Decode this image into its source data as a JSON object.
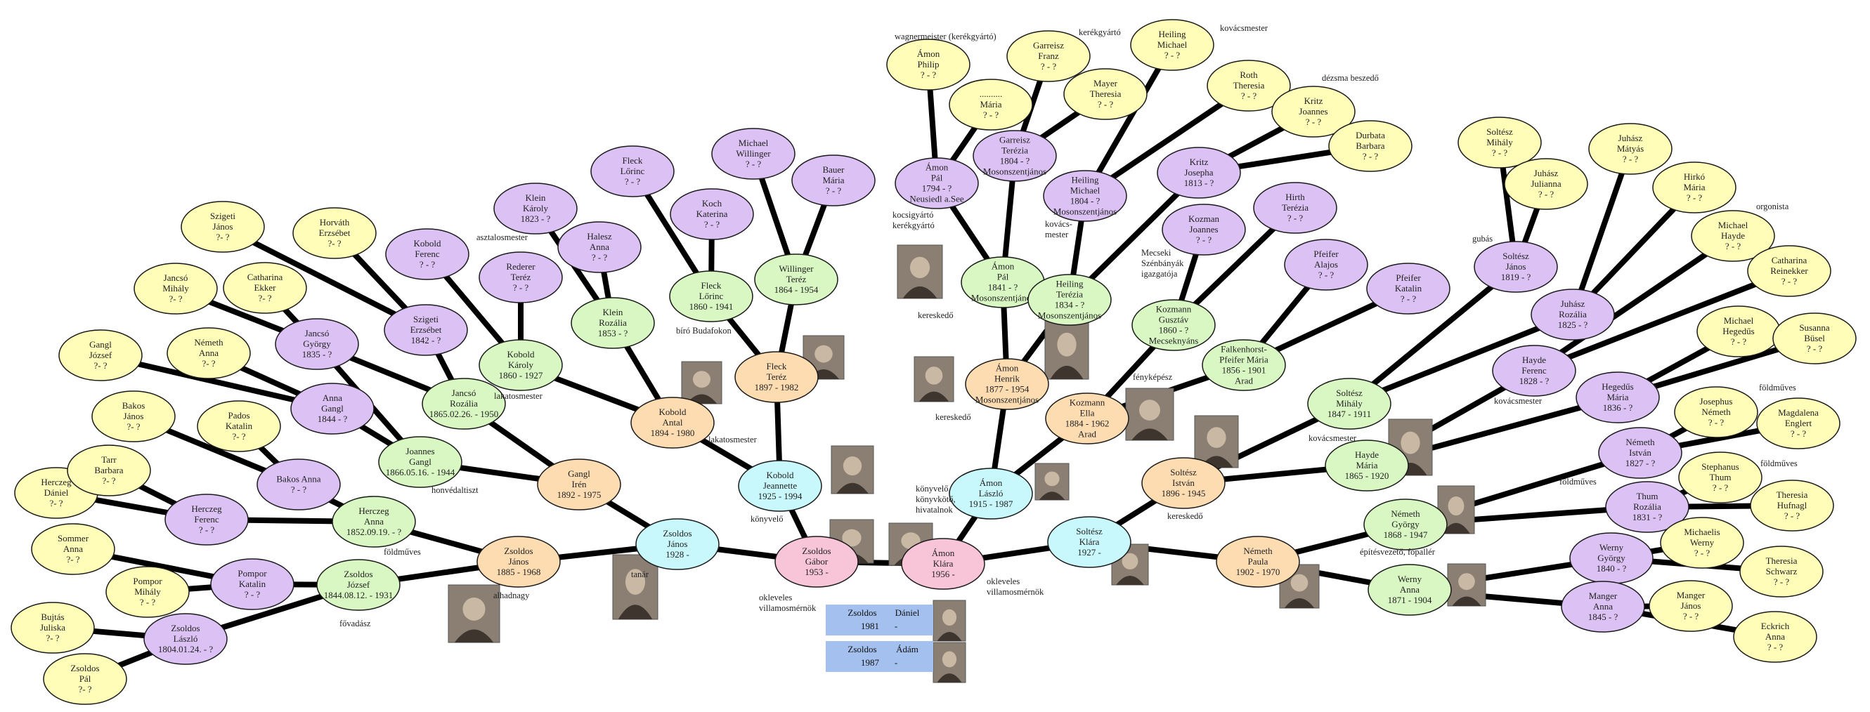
{
  "colors": {
    "yellow": "#fffdb8",
    "purple": "#dcc2f4",
    "green": "#d8f7c2",
    "orange": "#fddcb2",
    "cyan": "#c8f8fb",
    "pink": "#f7c4d8",
    "blue": "#a3c0ee",
    "line": "#000000",
    "photo": "#8a7f72"
  },
  "nodes": [
    {
      "id": "zg",
      "l": [
        "Zsoldos",
        "Gábor",
        "1953 -"
      ],
      "c": "pink"
    },
    {
      "id": "ak",
      "l": [
        "Ámon",
        "Klára",
        "1956 -"
      ],
      "c": "pink"
    },
    {
      "id": "zj",
      "l": [
        "Zsoldos",
        "János",
        "1928 -"
      ],
      "c": "cyan"
    },
    {
      "id": "kj",
      "l": [
        "Kobold",
        "Jeannette",
        "1925 - 1994"
      ],
      "c": "cyan"
    },
    {
      "id": "al",
      "l": [
        "Ámon",
        "László",
        "1915 - 1987"
      ],
      "c": "cyan"
    },
    {
      "id": "sk",
      "l": [
        "Soltész",
        "Klára",
        "1927 -"
      ],
      "c": "cyan"
    },
    {
      "id": "zj2",
      "l": [
        "Zsoldos",
        "János",
        "1885 - 1968"
      ],
      "c": "orange"
    },
    {
      "id": "gi",
      "l": [
        "Gangl",
        "Irén",
        "1892 - 1975"
      ],
      "c": "orange"
    },
    {
      "id": "ka",
      "l": [
        "Kobold",
        "Antal",
        "1894 - 1980"
      ],
      "c": "orange"
    },
    {
      "id": "ft",
      "l": [
        "Fleck",
        "Teréz",
        "1897 - 1982"
      ],
      "c": "orange"
    },
    {
      "id": "ah",
      "l": [
        "Ámon",
        "Henrik",
        "1877 - 1954",
        "Mosonszentjános"
      ],
      "c": "orange"
    },
    {
      "id": "ke",
      "l": [
        "Kozmann",
        "Ella",
        "1884 - 1962",
        "Arad"
      ],
      "c": "orange"
    },
    {
      "id": "si",
      "l": [
        "Soltész",
        "István",
        "1896 - 1945"
      ],
      "c": "orange"
    },
    {
      "id": "np",
      "l": [
        "Németh",
        "Paula",
        "1902 - 1970"
      ],
      "c": "orange"
    },
    {
      "id": "zjo",
      "l": [
        "Zsoldos",
        "József",
        "1844.08.12. - 1931"
      ],
      "c": "green"
    },
    {
      "id": "ha",
      "l": [
        "Herczeg",
        "Anna",
        "1852.09.19. - ?"
      ],
      "c": "green"
    },
    {
      "id": "jg",
      "l": [
        "Joannes",
        "Gangl",
        "1866.05.16. - 1944"
      ],
      "c": "green"
    },
    {
      "id": "jr",
      "l": [
        "Jancsó",
        "Rozália",
        "1865.02.26. - 1950"
      ],
      "c": "green"
    },
    {
      "id": "kk",
      "l": [
        "Kobold",
        "Károly",
        "1860 - 1927"
      ],
      "c": "green"
    },
    {
      "id": "kr",
      "l": [
        "Klein",
        "Rozália",
        "1853 - ?"
      ],
      "c": "green"
    },
    {
      "id": "fl",
      "l": [
        "Fleck",
        "Lőrinc",
        "1860 - 1941"
      ],
      "c": "green"
    },
    {
      "id": "wt",
      "l": [
        "Willinger",
        "Teréz",
        "1864 - 1954"
      ],
      "c": "green"
    },
    {
      "id": "ap",
      "l": [
        "Ámon",
        "Pál",
        "1841 - ?",
        "Mosonszentjános"
      ],
      "c": "green"
    },
    {
      "id": "ht",
      "l": [
        "Heiling",
        "Terézia",
        "1834 - ?",
        "Mosonszentjános"
      ],
      "c": "green"
    },
    {
      "id": "kg",
      "l": [
        "Kozmann",
        "Gusztáv",
        "1860 - ?",
        "Mecseknyáns"
      ],
      "c": "green"
    },
    {
      "id": "fp",
      "l": [
        "Falkenhorst-",
        "Pfeifer Mária",
        "1856 - 1901",
        "Arad"
      ],
      "c": "green"
    },
    {
      "id": "sm",
      "l": [
        "Soltész",
        "Mihály",
        "1847 - 1911"
      ],
      "c": "green"
    },
    {
      "id": "hm",
      "l": [
        "Hayde",
        "Mária",
        "1865 - 1920"
      ],
      "c": "green"
    },
    {
      "id": "ngy",
      "l": [
        "Németh",
        "György",
        "1868 - 1947"
      ],
      "c": "green"
    },
    {
      "id": "wa",
      "l": [
        "Werny",
        "Anna",
        "1871 - 1904"
      ],
      "c": "green"
    },
    {
      "id": "zl",
      "l": [
        "Zsoldos",
        "László",
        "1804.01.24. - ?"
      ],
      "c": "purple"
    },
    {
      "id": "pk",
      "l": [
        "Pompor",
        "Katalin",
        "? - ?"
      ],
      "c": "purple"
    },
    {
      "id": "hf",
      "l": [
        "Herczeg",
        "Ferenc",
        "? - ?"
      ],
      "c": "purple"
    },
    {
      "id": "ba",
      "l": [
        "Bakos Anna",
        "? - ?"
      ],
      "c": "purple"
    },
    {
      "id": "ag",
      "l": [
        "Anna",
        "Gangl",
        "1844 - ?"
      ],
      "c": "purple"
    },
    {
      "id": "jgy",
      "l": [
        "Jancsó",
        "György",
        "1835 - ?"
      ],
      "c": "purple"
    },
    {
      "id": "se",
      "l": [
        "Szigeti",
        "Erzsébet",
        "1842 - ?"
      ],
      "c": "purple"
    },
    {
      "id": "kf",
      "l": [
        "Kobold",
        "Ferenc",
        "? - ?"
      ],
      "c": "purple"
    },
    {
      "id": "rt",
      "l": [
        "Rederer",
        "Teréz",
        "? - ?"
      ],
      "c": "purple"
    },
    {
      "id": "kka",
      "l": [
        "Klein",
        "Károly",
        "1823 - ?"
      ],
      "c": "purple"
    },
    {
      "id": "hza",
      "l": [
        "Halesz",
        "Anna",
        "? - ?"
      ],
      "c": "purple"
    },
    {
      "id": "flo",
      "l": [
        "Fleck",
        "Lőrinc",
        "? - ?"
      ],
      "c": "purple"
    },
    {
      "id": "kok",
      "l": [
        "Koch",
        "Katerina",
        "? - ?"
      ],
      "c": "purple"
    },
    {
      "id": "mw",
      "l": [
        "Michael",
        "Willinger",
        "? - ?"
      ],
      "c": "purple"
    },
    {
      "id": "bm",
      "l": [
        "Bauer",
        "Mária",
        "? - ?"
      ],
      "c": "purple"
    },
    {
      "id": "apa",
      "l": [
        "Ámon",
        "Pál",
        "1794 - ?",
        "Neusiedl a.See"
      ],
      "c": "purple"
    },
    {
      "id": "gt",
      "l": [
        "Garreisz",
        "Terézia",
        "1804 - ?",
        "Mosonszentjános"
      ],
      "c": "purple"
    },
    {
      "id": "hmi",
      "l": [
        "Heiling",
        "Michael",
        "1804 - ?",
        "Mosonszentjános"
      ],
      "c": "purple"
    },
    {
      "id": "kjo",
      "l": [
        "Kritz",
        "Josepha",
        "1813 - ?"
      ],
      "c": "purple"
    },
    {
      "id": "kjn",
      "l": [
        "Kozman",
        "Joannes",
        "? - ?"
      ],
      "c": "purple"
    },
    {
      "id": "hte",
      "l": [
        "Hirth",
        "Terézia",
        "? - ?"
      ],
      "c": "purple"
    },
    {
      "id": "pa",
      "l": [
        "Pfeifer",
        "Alajos",
        "? - ?"
      ],
      "c": "purple"
    },
    {
      "id": "pka",
      "l": [
        "Pfeifer",
        "Katalin",
        "? - ?"
      ],
      "c": "purple"
    },
    {
      "id": "sj",
      "l": [
        "Soltész",
        "János",
        "1819 - ?"
      ],
      "c": "purple"
    },
    {
      "id": "jro",
      "l": [
        "Juhász",
        "Rozália",
        "1825 - ?"
      ],
      "c": "purple"
    },
    {
      "id": "hf2",
      "l": [
        "Hayde",
        "Ferenc",
        "1828 - ?"
      ],
      "c": "purple"
    },
    {
      "id": "hem",
      "l": [
        "Hegedűs",
        "Mária",
        "1836 - ?"
      ],
      "c": "purple"
    },
    {
      "id": "nis",
      "l": [
        "Németh",
        "István",
        "1827 - ?"
      ],
      "c": "purple"
    },
    {
      "id": "tr",
      "l": [
        "Thum",
        "Rozália",
        "1831 - ?"
      ],
      "c": "purple"
    },
    {
      "id": "wgy",
      "l": [
        "Werny",
        "György",
        "1840 - ?"
      ],
      "c": "purple"
    },
    {
      "id": "ma",
      "l": [
        "Manger",
        "Anna",
        "1845 - ?"
      ],
      "c": "purple"
    },
    {
      "id": "zpal",
      "l": [
        "Zsoldos",
        "Pál",
        "?- ?"
      ],
      "c": "yellow"
    },
    {
      "id": "bj",
      "l": [
        "Bujtás",
        "Juliska",
        "?- ?"
      ],
      "c": "yellow"
    },
    {
      "id": "pm",
      "l": [
        "Pompor",
        "Mihály",
        "? - ?"
      ],
      "c": "yellow"
    },
    {
      "id": "soa",
      "l": [
        "Sommer",
        "Anna",
        "?- ?"
      ],
      "c": "yellow"
    },
    {
      "id": "hd",
      "l": [
        "Herczeg",
        "Dániel",
        "?- ?"
      ],
      "c": "yellow"
    },
    {
      "id": "tb",
      "l": [
        "Tarr",
        "Barbara",
        "?- ?"
      ],
      "c": "yellow"
    },
    {
      "id": "bjn",
      "l": [
        "Bakos",
        "János",
        "?- ?"
      ],
      "c": "yellow"
    },
    {
      "id": "pkt",
      "l": [
        "Pados",
        "Katalin",
        "?- ?"
      ],
      "c": "yellow"
    },
    {
      "id": "gjo",
      "l": [
        "Gangl",
        "József",
        "?- ?"
      ],
      "c": "yellow"
    },
    {
      "id": "na",
      "l": [
        "Németh",
        "Anna",
        "?- ?"
      ],
      "c": "yellow"
    },
    {
      "id": "jm",
      "l": [
        "Jancsó",
        "Mihály",
        "?- ?"
      ],
      "c": "yellow"
    },
    {
      "id": "ce",
      "l": [
        "Catharina",
        "Ekker",
        "?- ?"
      ],
      "c": "yellow"
    },
    {
      "id": "sjn",
      "l": [
        "Szigeti",
        "János",
        "?- ?"
      ],
      "c": "yellow"
    },
    {
      "id": "he",
      "l": [
        "Horváth",
        "Erzsébet",
        "?- ?"
      ],
      "c": "yellow"
    },
    {
      "id": "aph",
      "l": [
        "Ámon",
        "Philip",
        "? - ?"
      ],
      "c": "yellow"
    },
    {
      "id": "mar",
      "l": [
        "..........",
        "Mária",
        "? - ?"
      ],
      "c": "yellow"
    },
    {
      "id": "gfr",
      "l": [
        "Garreisz",
        "Franz",
        "? - ?"
      ],
      "c": "yellow"
    },
    {
      "id": "mth",
      "l": [
        "Mayer",
        "Theresia",
        "? - ?"
      ],
      "c": "yellow"
    },
    {
      "id": "hmc",
      "l": [
        "Heiling",
        "Michael",
        "? - ?"
      ],
      "c": "yellow"
    },
    {
      "id": "rth",
      "l": [
        "Roth",
        "Theresia",
        "? - ?"
      ],
      "c": "yellow"
    },
    {
      "id": "kjs",
      "l": [
        "Kritz",
        "Joannes",
        "? - ?"
      ],
      "c": "yellow"
    },
    {
      "id": "dba",
      "l": [
        "Durbata",
        "Barbara",
        "? - ?"
      ],
      "c": "yellow"
    },
    {
      "id": "smi",
      "l": [
        "Soltész",
        "Mihály",
        "? - ?"
      ],
      "c": "yellow"
    },
    {
      "id": "jju",
      "l": [
        "Juhász",
        "Julianna",
        "? - ?"
      ],
      "c": "yellow"
    },
    {
      "id": "jmt",
      "l": [
        "Juhász",
        "Mátyás",
        "? - ?"
      ],
      "c": "yellow"
    },
    {
      "id": "hma",
      "l": [
        "Hirkó",
        "Mária",
        "? - ?"
      ],
      "c": "yellow"
    },
    {
      "id": "mha",
      "l": [
        "Michael",
        "Hayde",
        "? - ?"
      ],
      "c": "yellow"
    },
    {
      "id": "cre",
      "l": [
        "Catharina",
        "Reinekker",
        "? - ?"
      ],
      "c": "yellow"
    },
    {
      "id": "mhe",
      "l": [
        "Michael",
        "Hegedűs",
        "? - ?"
      ],
      "c": "yellow"
    },
    {
      "id": "sbu",
      "l": [
        "Susanna",
        "Büsel",
        "? - ?"
      ],
      "c": "yellow"
    },
    {
      "id": "jne",
      "l": [
        "Josephus",
        "Németh",
        "? - ?"
      ],
      "c": "yellow"
    },
    {
      "id": "men",
      "l": [
        "Magdalena",
        "Englert",
        "? - ?"
      ],
      "c": "yellow"
    },
    {
      "id": "sth",
      "l": [
        "Stephanus",
        "Thum",
        "? - ?"
      ],
      "c": "yellow"
    },
    {
      "id": "thu",
      "l": [
        "Theresia",
        "Hufnagl",
        "? - ?"
      ],
      "c": "yellow"
    },
    {
      "id": "mwe",
      "l": [
        "Michaelis",
        "Werny",
        "? - ?"
      ],
      "c": "yellow"
    },
    {
      "id": "tsc",
      "l": [
        "Theresia",
        "Schwarz",
        "? - ?"
      ],
      "c": "yellow"
    },
    {
      "id": "mja",
      "l": [
        "Manger",
        "János",
        "? - ?"
      ],
      "c": "yellow"
    },
    {
      "id": "ean",
      "l": [
        "Eckrich",
        "Anna",
        "? - ?"
      ],
      "c": "yellow"
    }
  ],
  "children": [
    {
      "family": "Zsoldos",
      "year": "1981",
      "first": "Dániel",
      "dash": "-"
    },
    {
      "family": "Zsoldos",
      "year": "1987",
      "first": "Ádám",
      "dash": "-"
    }
  ],
  "occupations": [
    {
      "id": "o1",
      "lines": [
        "alhadnagy"
      ]
    },
    {
      "id": "o2",
      "lines": [
        "tanár"
      ]
    },
    {
      "id": "o3",
      "lines": [
        "okleveles",
        "villamosmérnök"
      ]
    },
    {
      "id": "o4",
      "lines": [
        "okleveles",
        "villamosmérnök"
      ]
    },
    {
      "id": "o5",
      "lines": [
        "fővadász"
      ]
    },
    {
      "id": "o6",
      "lines": [
        "földműves"
      ]
    },
    {
      "id": "o7",
      "lines": [
        "honvédaltiszt"
      ]
    },
    {
      "id": "o8",
      "lines": [
        "lakatosmester"
      ]
    },
    {
      "id": "o9",
      "lines": [
        "asztalosmester"
      ]
    },
    {
      "id": "o10",
      "lines": [
        "lakatosmester"
      ]
    },
    {
      "id": "o11",
      "lines": [
        "bíró Budafokon"
      ]
    },
    {
      "id": "o12",
      "lines": [
        "könyvelő"
      ]
    },
    {
      "id": "o13",
      "lines": [
        "könyvelő,",
        "könyvkötő,",
        "hivatalnok"
      ]
    },
    {
      "id": "o14",
      "lines": [
        "kereskedő"
      ]
    },
    {
      "id": "o15",
      "lines": [
        "kereskedő"
      ]
    },
    {
      "id": "o16",
      "lines": [
        "kocsigyártó",
        "kerékgyártó"
      ]
    },
    {
      "id": "o17",
      "lines": [
        "wagnermeister (kerékgyártó)"
      ]
    },
    {
      "id": "o18",
      "lines": [
        "kerékgyártó"
      ]
    },
    {
      "id": "o19",
      "lines": [
        "kovácsmester"
      ]
    },
    {
      "id": "o20",
      "lines": [
        "dézsma beszedő"
      ]
    },
    {
      "id": "o21",
      "lines": [
        "kovács-",
        "mester"
      ]
    },
    {
      "id": "o22",
      "lines": [
        "Mecseki",
        "Szénbányák",
        "igazgatója"
      ]
    },
    {
      "id": "o23",
      "lines": [
        "fényképész"
      ]
    },
    {
      "id": "o24",
      "lines": [
        "kereskedő"
      ]
    },
    {
      "id": "o25",
      "lines": [
        "kovácsmester"
      ]
    },
    {
      "id": "o26",
      "lines": [
        "gubás"
      ]
    },
    {
      "id": "o27",
      "lines": [
        "orgonista"
      ]
    },
    {
      "id": "o28",
      "lines": [
        "kovácsmester"
      ]
    },
    {
      "id": "o29",
      "lines": [
        "földműves"
      ]
    },
    {
      "id": "o30",
      "lines": [
        "földműves"
      ]
    },
    {
      "id": "o31",
      "lines": [
        "földműves"
      ]
    },
    {
      "id": "o32",
      "lines": [
        "építésvezető, főpallér"
      ]
    }
  ]
}
